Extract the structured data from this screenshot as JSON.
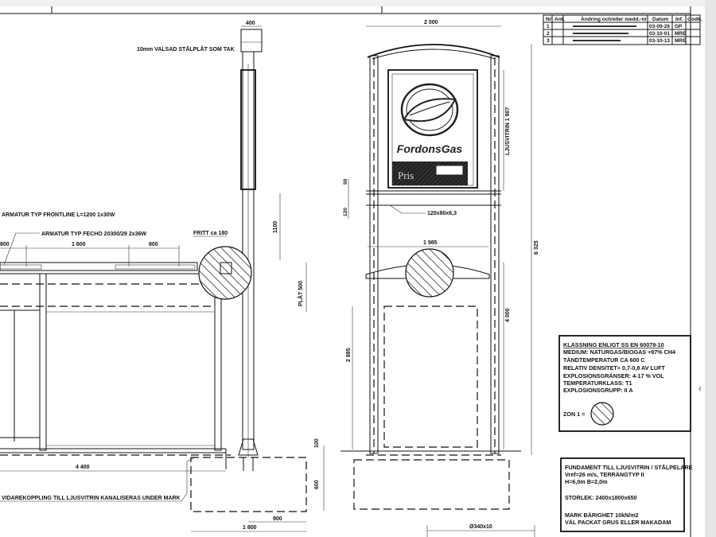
{
  "revision_table": {
    "headers": [
      "Nr",
      "Ant.",
      "Ändring och/eller medd.-nr",
      "Datum",
      "Inf.",
      "Godk."
    ],
    "rows": [
      {
        "nr": "1",
        "datum": "03-09-26",
        "inf": "GP"
      },
      {
        "nr": "2",
        "datum": "03-10-01",
        "inf": "MRE"
      },
      {
        "nr": "3",
        "datum": "03-10-13",
        "inf": "MRE"
      }
    ]
  },
  "labels": {
    "roof_note": "10mm VALSAD STÅLPLÅT SOM TAK",
    "fixture_frontline": "ARMATUR TYP FRONTLINE L=1200  1x30W",
    "fixture_fecho": "ARMATUR TYP FECHO 20300/29 2x36W",
    "fritt": "FRITT ca 180",
    "plat": "PLÅT 500",
    "cable_note": "VIDAREKOPPLING TILL LJUSVITRIN KANALISERAS UNDER MARK",
    "profile": "120x80x6,3",
    "ljusvitrin": "LJUSVITRIN 1 907",
    "plate": "Ø340x10",
    "zone": "ZON 1 ="
  },
  "dimensions": {
    "d400": "400",
    "d800a": "800",
    "d1600": "1 600",
    "d800b": "800",
    "d1100": "1100",
    "d4400": "4 400",
    "d100": "100",
    "d600": "600",
    "d900": "900",
    "d1800": "1 800",
    "d2000": "2 000",
    "d50": "50",
    "d120": "120",
    "d1985": "1 985",
    "d6325": "6 325",
    "d4000": "4 000",
    "d2885": "2 885"
  },
  "sign": {
    "brand": "FordonsGas",
    "price_label": "Pris"
  },
  "classification_box": {
    "title": "KLASSNING ENLIGT SS EN 60079-10",
    "lines": [
      "MEDIUM: NATURGAS/BIOGAS +97% CH4",
      "TÄNDTEMPERATUR CA 600 C",
      "RELATIV DENSITET= 0,7-0,8 AV LUFT",
      "EXPLOSIONSGRÄNSER: 4-17 % VOL",
      "TEMPERATURKLASS: T1",
      "EXPLOSIONSGRUPP: II A"
    ]
  },
  "foundation_box": {
    "lines": [
      "FUNDAMENT TILL LJUSVITRIN / STÅLPELARE",
      "Vref=26 m/s, TERRÄNGTYP II",
      "H=6,0m  B=2,0m",
      "STORLEK: 2400x1800x650",
      "MARK BÄRIGHET 10kN/m2",
      "VÄL PACKAT GRUS ELLER MAKADAM"
    ]
  }
}
